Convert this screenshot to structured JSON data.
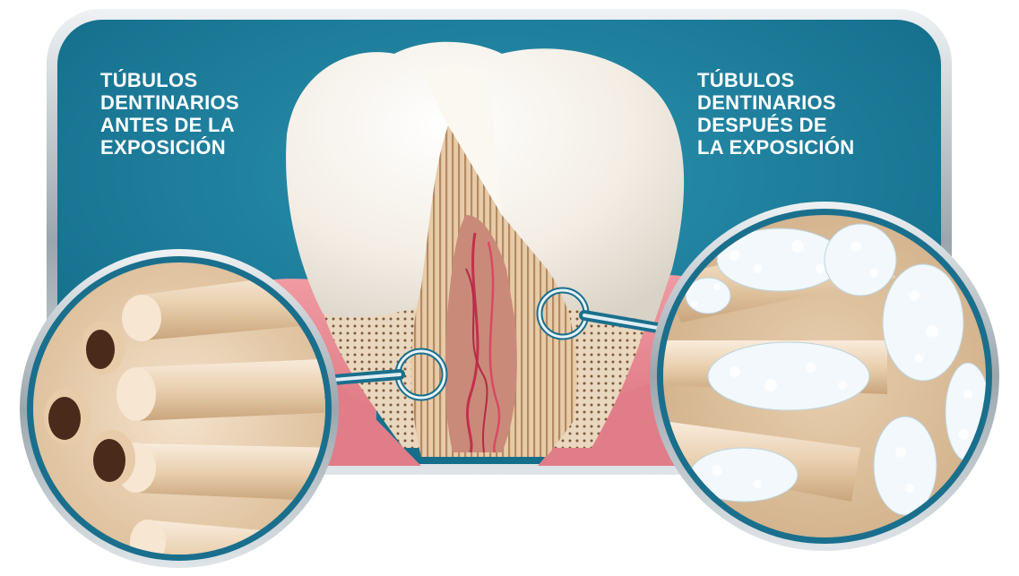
{
  "labels": {
    "before": [
      "TÚBULOS",
      "DENTINARIOS",
      "ANTES DE LA",
      "EXPOSICIÓN"
    ],
    "after": [
      "TÚBULOS",
      "DENTINARIOS",
      "DESPUÉS DE",
      "LA EXPOSICIÓN"
    ]
  },
  "colors": {
    "panel_blue": "#1f7f9c",
    "panel_blue_dark": "#0e5f7c",
    "silver_frame": "#b8c2c8",
    "gum_pink": "#e58a92",
    "enamel": "#f6f1e9",
    "dentin": "#e3c6a5",
    "pulp": "#c98a7a",
    "nerve_red": "#c2304a",
    "crystal": "#f2f8fc"
  },
  "icons": {
    "before_magnifier": "open-tubules-circle",
    "after_magnifier": "occluded-tubules-circle"
  }
}
